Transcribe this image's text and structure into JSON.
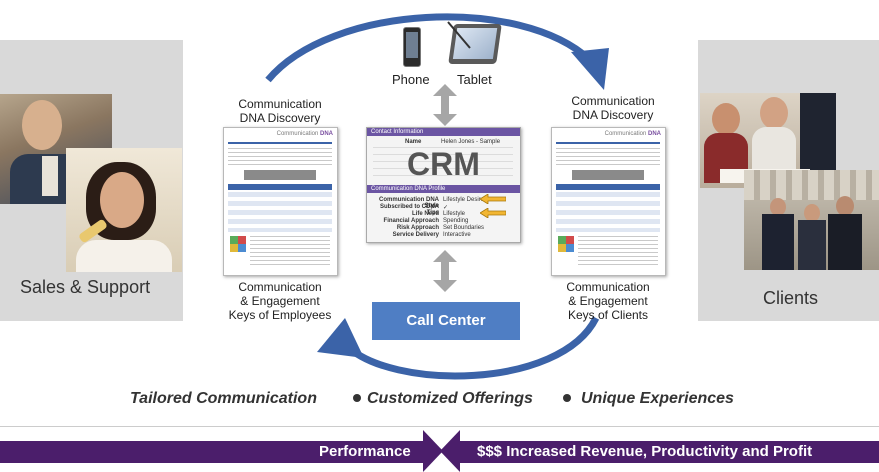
{
  "left_panel": {
    "label": "Sales & Support"
  },
  "right_panel": {
    "label": "Clients"
  },
  "devices": {
    "phone": "Phone",
    "tablet": "Tablet"
  },
  "left_doc": {
    "top_caption_1": "Communication",
    "top_caption_2": "DNA Discovery",
    "bottom_caption_1": "Communication",
    "bottom_caption_2": "& Engagement",
    "bottom_caption_3": "Keys of Employees"
  },
  "right_doc": {
    "top_caption_1": "Communication",
    "top_caption_2": "DNA  Discovery",
    "bottom_caption_1": "Communication",
    "bottom_caption_2": "& Engagement",
    "bottom_caption_3": "Keys of Clients"
  },
  "doc_logo": {
    "text": "Communication",
    "accent": "DNA"
  },
  "crm": {
    "title": "CRM",
    "contact_header": "Contact Information",
    "profile_header": "Communication DNA Profile",
    "name_label": "Name",
    "name_value": "Helen Jones - Sample",
    "rows": [
      {
        "label": "Communication DNA Style",
        "value": "Lifestyle Desire"
      },
      {
        "label": "Subscribed to CDNA Tips",
        "value": "✓"
      },
      {
        "label": "Life Need",
        "value": "Lifestyle"
      },
      {
        "label": "Financial Approach",
        "value": "Spending"
      },
      {
        "label": "Risk Approach",
        "value": "Set Boundaries"
      },
      {
        "label": "Service Delivery",
        "value": "Interactive"
      }
    ]
  },
  "call_center": {
    "label": "Call Center"
  },
  "tagline": {
    "item1": "Tailored Communication",
    "item2": "Customized Offerings",
    "item3": "Unique Experiences"
  },
  "bottom_bar": {
    "left": "Performance",
    "right": "$$$ Increased Revenue, Productivity and Profit"
  },
  "colors": {
    "cycle_arrow": "#3b63a8",
    "bar_purple": "#4b1e6b",
    "call_center": "#4f7ec4",
    "panel_gray": "#d9d9d9"
  }
}
